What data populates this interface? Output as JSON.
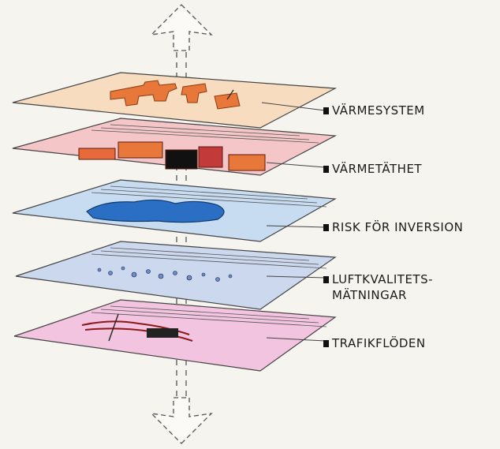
{
  "layers": [
    {
      "label": "VÄRMESYSTEM",
      "fill": "#f8dcc0",
      "accent": "#e8783a"
    },
    {
      "label": "VÄRMETÄTHET",
      "fill": "#f4c6c8",
      "accent": "#e86a3a"
    },
    {
      "label": "RISK FÖR INVERSION",
      "fill": "#c7dcf0",
      "accent": "#2b6fc4"
    },
    {
      "label": "LUFTKVALITETS-",
      "label_line2": "MÄTNINGAR",
      "fill": "#ccd8ee",
      "accent": "#6a8ecf"
    },
    {
      "label": "TRAFIKFLÖDEN",
      "fill": "#f2c4e0",
      "accent": "#c23a3a"
    }
  ],
  "colors": {
    "background": "#f6f4ef",
    "ink": "#1a1a1a",
    "line": "#444444"
  },
  "icons": {
    "up": "arrow-up-icon",
    "down": "arrow-down-icon"
  }
}
